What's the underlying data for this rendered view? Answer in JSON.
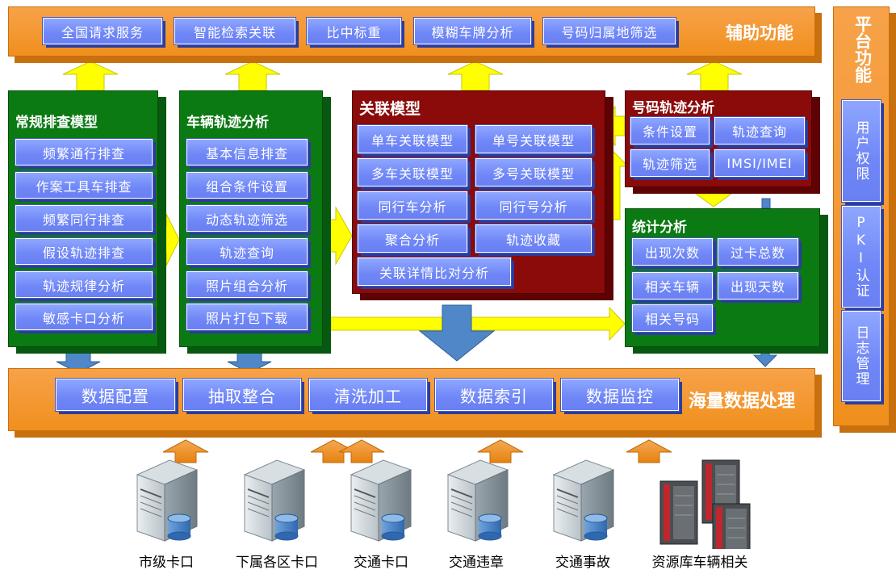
{
  "aux": {
    "title": "辅助功能",
    "items": [
      "全国请求服务",
      "智能检索关联",
      "比中标重",
      "模糊车牌分析",
      "号码归属地筛选"
    ]
  },
  "platform": {
    "title": "平台功能",
    "items": [
      "用户权限",
      "PKI认证",
      "日志管理"
    ]
  },
  "routine": {
    "title": "常规排查模型",
    "items": [
      "频繁通行排查",
      "作案工具车排查",
      "频繁同行排查",
      "假设轨迹排查",
      "轨迹规律分析",
      "敏感卡口分析"
    ]
  },
  "vehicle": {
    "title": "车辆轨迹分析",
    "items": [
      "基本信息排查",
      "组合条件设置",
      "动态轨迹筛选",
      "轨迹查询",
      "照片组合分析",
      "照片打包下载"
    ]
  },
  "relation": {
    "title": "关联模型",
    "items": [
      "单车关联模型",
      "单号关联模型",
      "多车关联模型",
      "多号关联模型",
      "同行车分析",
      "同行号分析",
      "聚合分析",
      "轨迹收藏",
      "关联详情比对分析"
    ]
  },
  "number": {
    "title": "号码轨迹分析",
    "items": [
      "条件设置",
      "轨迹查询",
      "轨迹筛选",
      "IMSI/IMEI"
    ]
  },
  "stats": {
    "title": "统计分析",
    "items": [
      "出现次数",
      "过卡总数",
      "相关车辆",
      "出现天数",
      "相关号码"
    ]
  },
  "data": {
    "title": "海量数据处理",
    "items": [
      "数据配置",
      "抽取整合",
      "清洗加工",
      "数据索引",
      "数据监控"
    ]
  },
  "sources": [
    "市级卡口",
    "下属各区卡口",
    "交通卡口",
    "交通违章",
    "交通事故",
    "资源库车辆相关"
  ],
  "colors": {
    "orange": "#f08f1d",
    "green": "#0b7a12",
    "darkred": "#8b0a0a",
    "blue": "#6f86f7",
    "arrow_yellow": "#ffff00",
    "arrow_blue": "#4f87c8"
  }
}
